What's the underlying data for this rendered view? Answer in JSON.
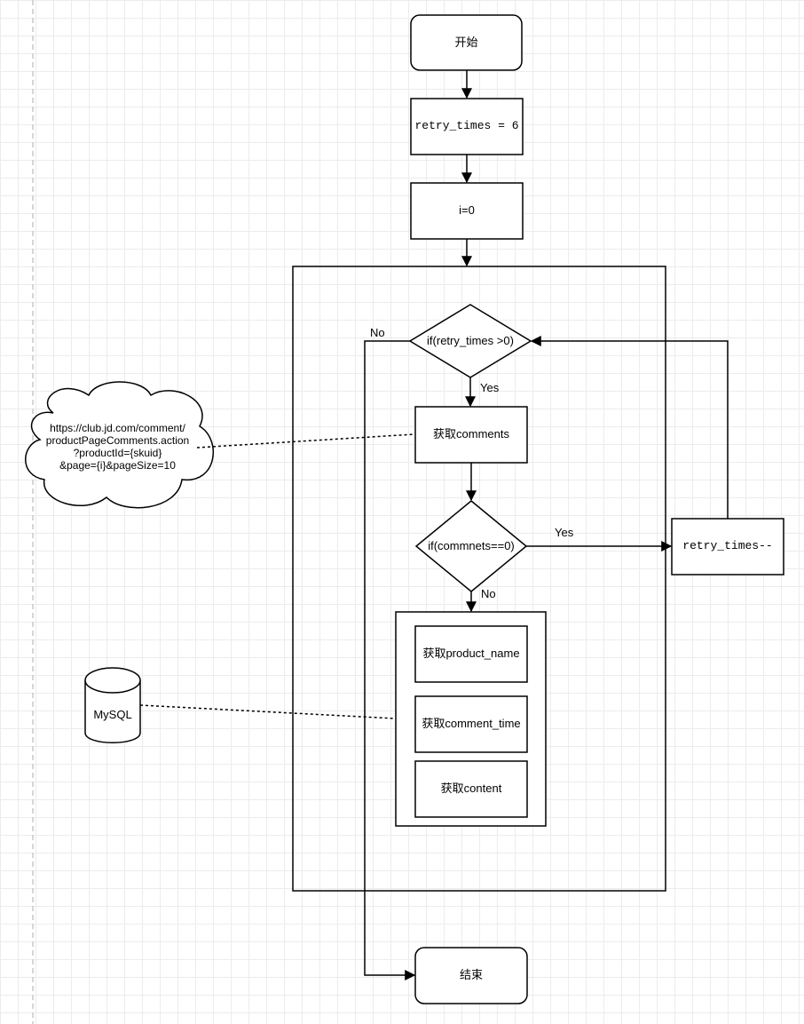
{
  "nodes": {
    "start": "开始",
    "retry_init": "retry_times = 6",
    "i_init": "i=0",
    "retry_check": "if(retry_times >0)",
    "get_comments": "获取comments",
    "comments_check": "if(commnets==0)",
    "retry_dec": "retry_times--",
    "get_product_name": "获取product_name",
    "get_comment_time": "获取comment_time",
    "get_content": "获取content",
    "end": "结束",
    "url_cloud": "https://club.jd.com/comment/\nproductPageComments.action\n?productId={skuid}\n&page={i}&pageSize=10",
    "mysql": "MySQL"
  },
  "edges": {
    "retry_no": "No",
    "retry_yes": "Yes",
    "comments_yes": "Yes",
    "comments_no": "No"
  },
  "colors": {
    "stroke": "#000000",
    "fill": "#ffffff",
    "grid": "#ececec"
  }
}
